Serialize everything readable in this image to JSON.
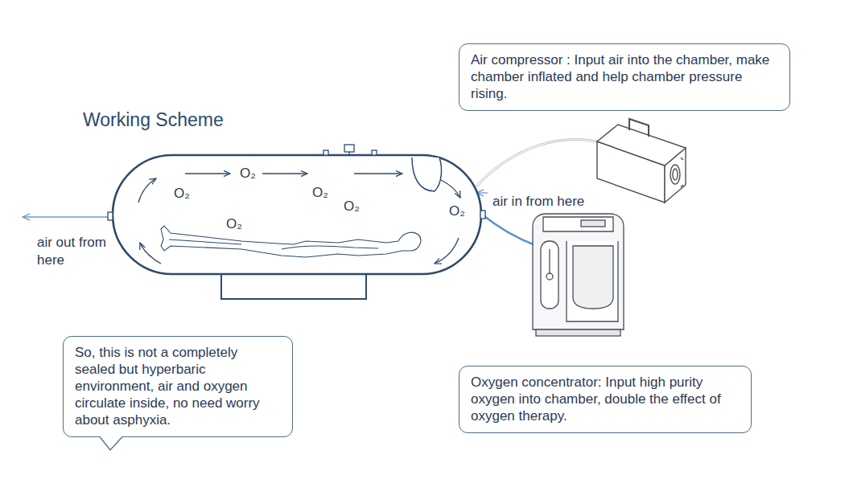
{
  "diagram": {
    "title": "Working Scheme",
    "nodes": [
      {
        "text": [
          "Air compressor : Input air into the chamber, make chamber inflated and help chamber pressure rising."
        ]
      },
      {
        "text": [
          "So, this is not a completely sealed but hyperbaric environment, air and oxygen circulate inside, no need worry about asphyxia."
        ]
      },
      {
        "text": [
          "Oxygen concentrator: Input high purity oxygen into chamber, double the effect of oxygen therapy."
        ]
      }
    ],
    "labels": [
      "O₂",
      "O₂",
      "O₂",
      "O₂",
      "O₂",
      "O₂",
      "air in from here",
      "air out from here"
    ]
  }
}
